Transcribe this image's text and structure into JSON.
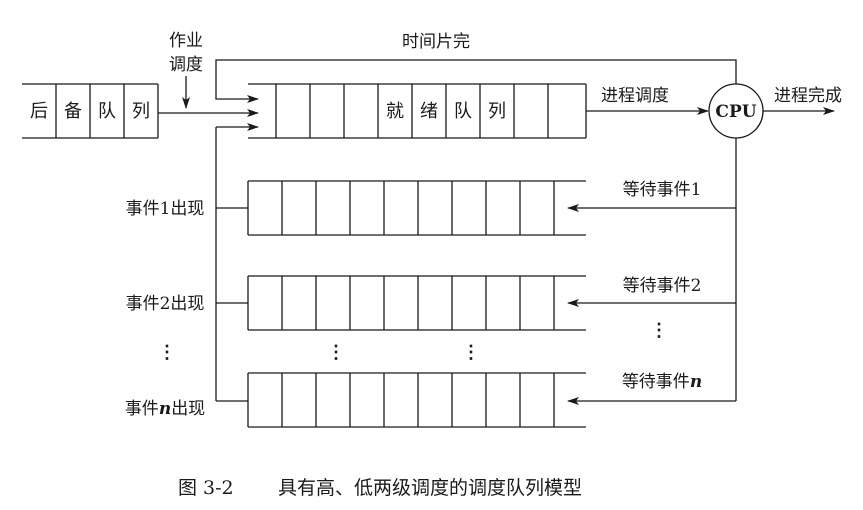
{
  "backup_queue": {
    "cells": [
      "后",
      "备",
      "队",
      "列"
    ]
  },
  "job_scheduling": {
    "line1": "作业",
    "line2": "调度"
  },
  "time_slice_done": "时间片完",
  "ready_queue": {
    "cells": [
      "",
      "",
      "",
      "",
      "就",
      "绪",
      "队",
      "列",
      "",
      ""
    ]
  },
  "process_scheduling": "进程调度",
  "cpu": "CPU",
  "process_done": "进程完成",
  "event_queues": [
    {
      "occur_label": "事件1出现",
      "wait_label": "等待事件1"
    },
    {
      "occur_label": "事件2出现",
      "wait_label": "等待事件2"
    },
    {
      "occur_label_prefix": "事件",
      "occur_label_var": "n",
      "occur_label_suffix": "出现",
      "wait_label_prefix": "等待事件",
      "wait_label_var": "n"
    }
  ],
  "ellipsis": "⋮",
  "caption": {
    "figure_no": "图  3-2",
    "title": "具有高、低两级调度的调度队列模型"
  }
}
